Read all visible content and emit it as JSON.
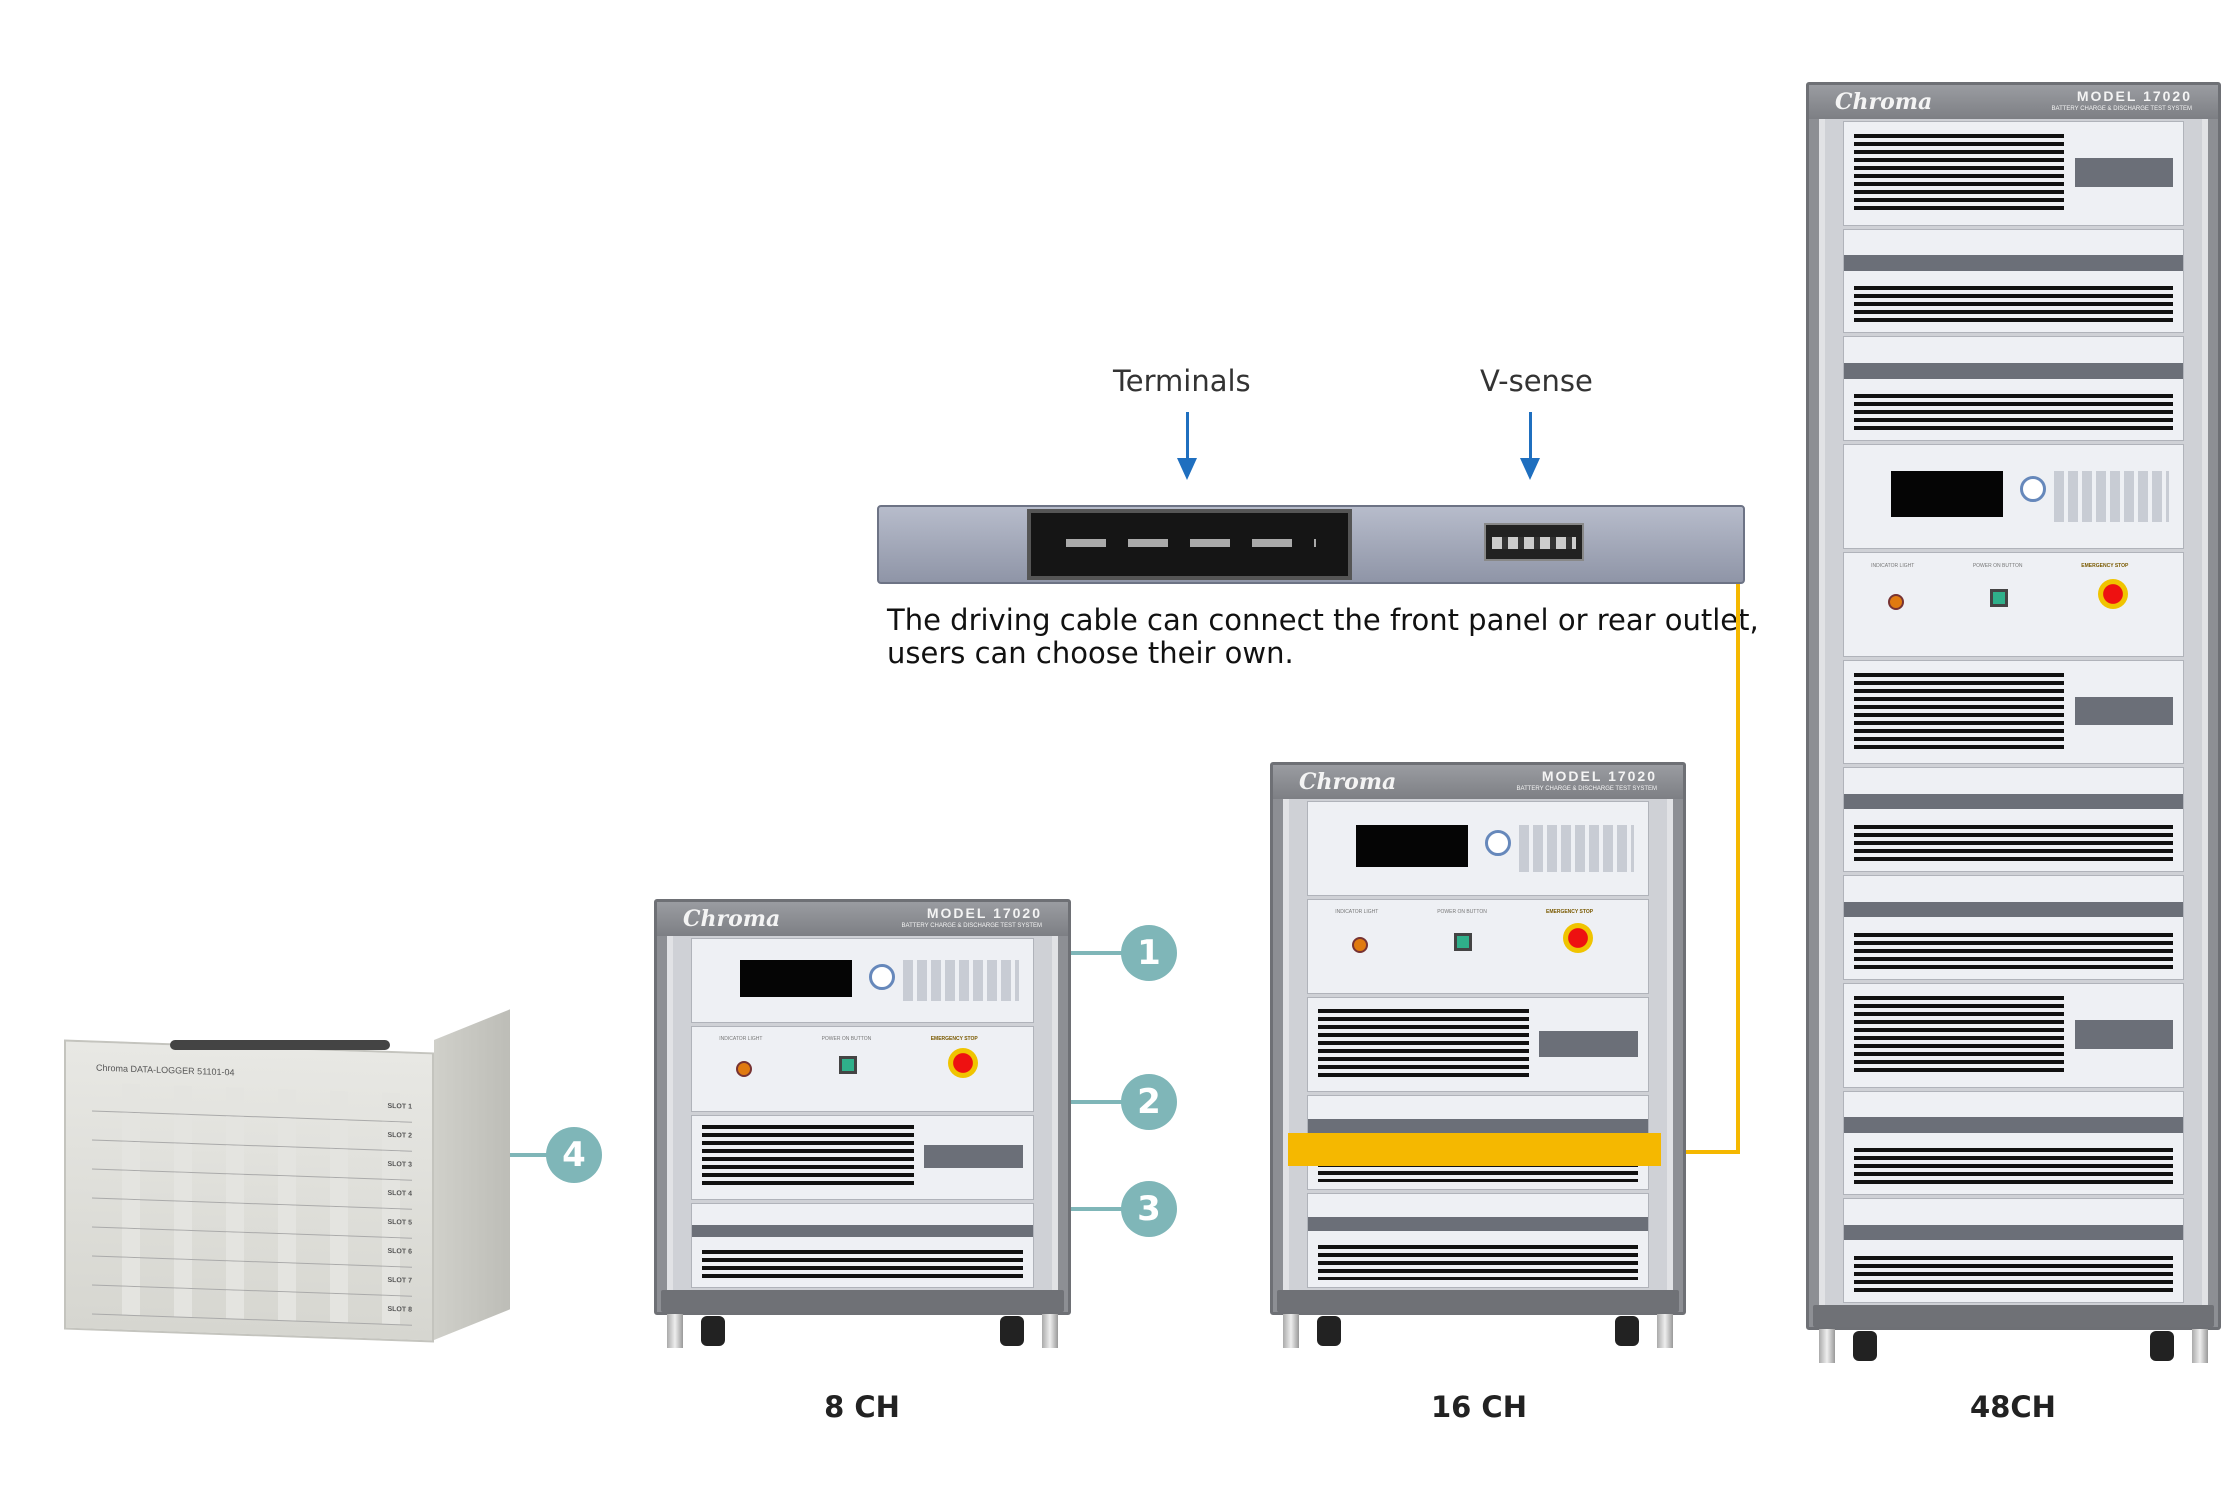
{
  "labels": {
    "terminals": "Terminals",
    "vsense": "V-sense"
  },
  "caption": {
    "line1": "The driving cable can connect the front panel or rear outlet,",
    "line2": "users can choose their own."
  },
  "callouts": [
    "1",
    "2",
    "3",
    "4"
  ],
  "systems": [
    {
      "label": "8 CH",
      "modules": [
        "controller",
        "panel",
        "converter",
        "tester"
      ]
    },
    {
      "label": "16 CH",
      "modules": [
        "controller",
        "panel",
        "converter",
        "tester",
        "tester"
      ]
    },
    {
      "label": "48CH",
      "modules": [
        "converter",
        "tester",
        "tester",
        "controller",
        "panel",
        "converter",
        "tester",
        "tester",
        "converter",
        "tester",
        "tester"
      ]
    }
  ],
  "rack": {
    "brand": "Chroma",
    "model": "MODEL  17020",
    "subtitle": "BATTERY CHARGE & DISCHARGE TEST SYSTEM"
  },
  "panel": {
    "indicator": "INDICATOR LIGHT",
    "power": "POWER ON BUTTON",
    "estop": "EMERGENCY STOP"
  },
  "logger": {
    "title": "Chroma DATA-LOGGER 51101-04",
    "slots": [
      "SLOT 1",
      "SLOT 2",
      "SLOT 3",
      "SLOT 4",
      "SLOT 5",
      "SLOT 6",
      "SLOT 7",
      "SLOT 8"
    ]
  },
  "colors": {
    "callout": "#7fb6b8",
    "arrow": "#1f6fbf",
    "cable": "#f5b800"
  }
}
